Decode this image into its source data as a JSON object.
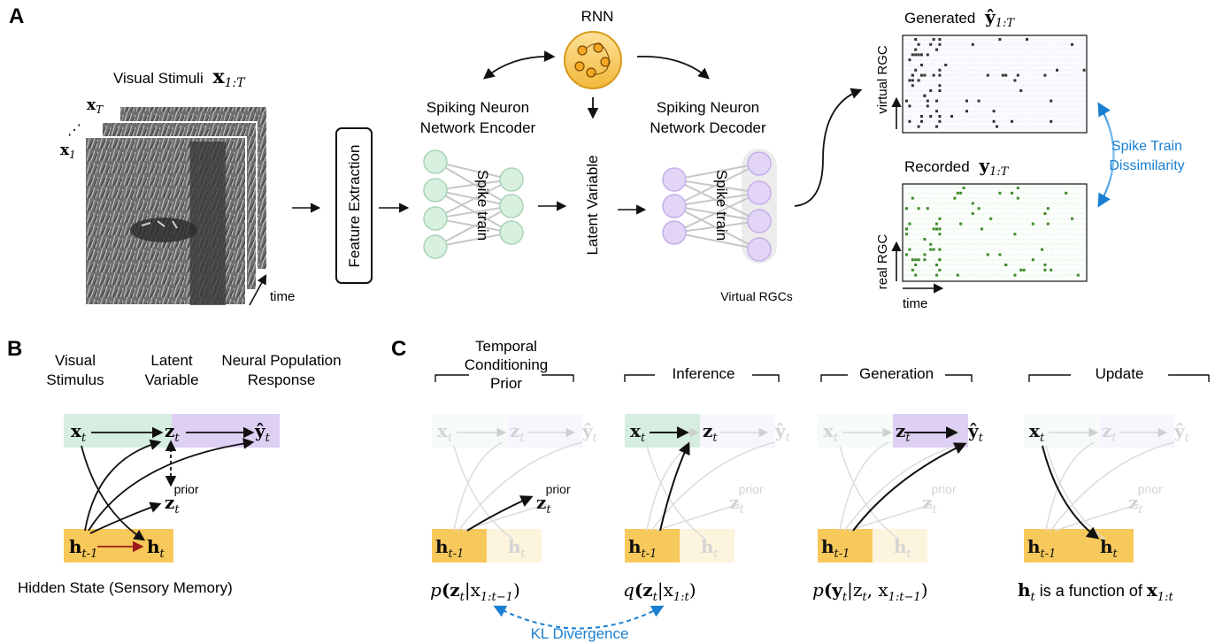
{
  "panel_a": {
    "label": "A",
    "stimuli_title": "Visual Stimuli",
    "stimuli_var": "x",
    "stimuli_sub": "1:T",
    "frame_last": "x",
    "frame_last_sub": "T",
    "frame_first": "x",
    "frame_first_sub": "1",
    "time_label": "time",
    "feature_extraction": "Feature Extraction",
    "rnn_label": "RNN",
    "encoder_line1": "Spiking Neuron",
    "encoder_line2": "Network Encoder",
    "decoder_line1": "Spiking Neuron",
    "decoder_line2": "Network Decoder",
    "spike_train_enc": "Spike train",
    "spike_train_dec": "Spike train",
    "latent_variable": "Latent Variable",
    "virtual_rgcs": "Virtual RGCs",
    "generated_label": "Generated",
    "generated_var": "ŷ",
    "generated_sub": "1:T",
    "recorded_label": "Recorded",
    "recorded_var": "y",
    "recorded_sub": "1:T",
    "virtual_rgc_axis": "virtual RGC",
    "real_rgc_axis": "real RGC",
    "raster_time": "time",
    "dissimilarity_line1": "Spike Train",
    "dissimilarity_line2": "Dissimilarity"
  },
  "panel_b": {
    "label": "B",
    "col1_line1": "Visual",
    "col1_line2": "Stimulus",
    "col2_line1": "Latent",
    "col2_line2": "Variable",
    "col3_line1": "Neural Population",
    "col3_line2": "Response",
    "node_x": "x",
    "node_x_sub": "t",
    "node_z": "z",
    "node_z_sub": "t",
    "node_y": "ŷ",
    "node_y_sub": "t",
    "node_zp": "z",
    "node_zp_sub": "t",
    "node_zp_sup": "prior",
    "node_hprev": "h",
    "node_hprev_sub": "t-1",
    "node_h": "h",
    "node_h_sub": "t",
    "caption": "Hidden State (Sensory Memory)"
  },
  "panel_c": {
    "label": "C",
    "stage1_line1": "Temporal",
    "stage1_line2": "Conditioning",
    "stage1_line3": "Prior",
    "stage2": "Inference",
    "stage3": "Generation",
    "stage4": "Update",
    "formula_prior": "p(z|x₁:ₜ₋₁)",
    "formula_prior_a": "p",
    "formula_prior_b": "(z",
    "formula_prior_c": "t",
    "formula_prior_d": "|x",
    "formula_prior_e": "1:t−1",
    "formula_prior_f": ")",
    "formula_inf_a": "q",
    "formula_inf_b": "(z",
    "formula_inf_c": "t",
    "formula_inf_d": "|x",
    "formula_inf_e": "1:t",
    "formula_inf_f": ")",
    "formula_gen_a": "p",
    "formula_gen_b": "(y",
    "formula_gen_c": "t",
    "formula_gen_d": "|z",
    "formula_gen_e": "t",
    "formula_gen_f": ", x",
    "formula_gen_g": "1:t−1",
    "formula_gen_h": ")",
    "update_h": "h",
    "update_h_sub": "t",
    "update_text": " is a function of ",
    "update_x": "x",
    "update_x_sub": "1:t",
    "kl_divergence": "KL Divergence"
  },
  "colors": {
    "green": "#d6eedf",
    "purple": "#ddd0f3",
    "yellow": "#f7c85a",
    "blue": "#1a7fd0",
    "red": "#9b1c1c",
    "raster_dark": "#333333",
    "raster_green": "#3c8a28"
  }
}
